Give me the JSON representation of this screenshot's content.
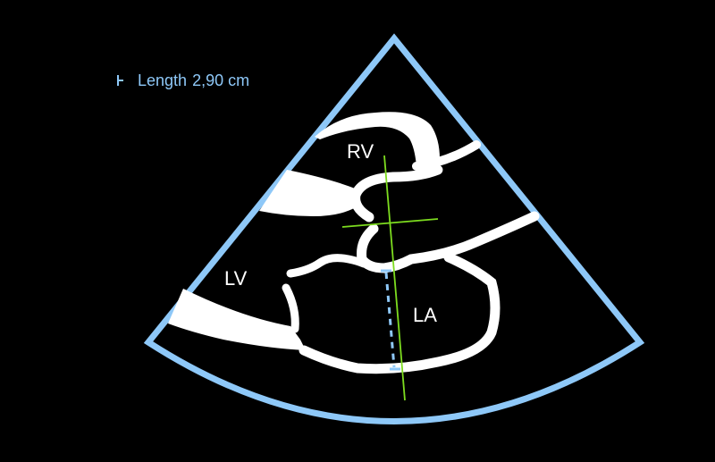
{
  "diagram": {
    "type": "echocardiography-parasternal-long-axis-schematic",
    "colors": {
      "background": "#000000",
      "sector_outline": "#8ec8f8",
      "tissue": "#ffffff",
      "measurement_caliper": "#8ec8f8",
      "m_mode_crosshair": "#7ddc1f",
      "label_text": "#ffffff"
    }
  },
  "measurement": {
    "icon": "caliper-icon",
    "label": "Length",
    "value": "2,90",
    "unit": "cm"
  },
  "labels": {
    "rv": "RV",
    "lv": "LV",
    "la": "LA"
  }
}
